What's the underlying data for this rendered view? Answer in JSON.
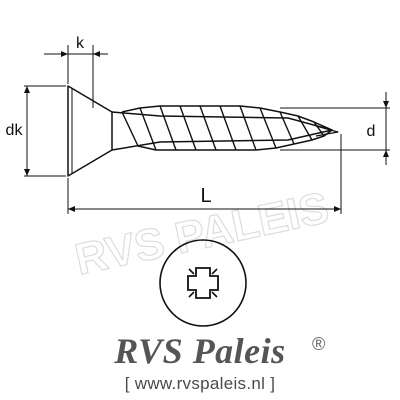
{
  "dimensions": {
    "head_height": "k",
    "head_diameter": "dk",
    "thread_diameter": "d",
    "length": "L"
  },
  "watermark": "RVS PALEIS",
  "brand": {
    "name": "RVS Paleis",
    "registered": "®",
    "url": "[ www.rvspaleis.nl ]"
  },
  "colors": {
    "line": "#111111",
    "brand_text": "#555555",
    "url_text": "#4a4a4a",
    "watermark": "#e8e8e8"
  },
  "icons": {
    "drive": "pozidriv-recess-icon"
  }
}
